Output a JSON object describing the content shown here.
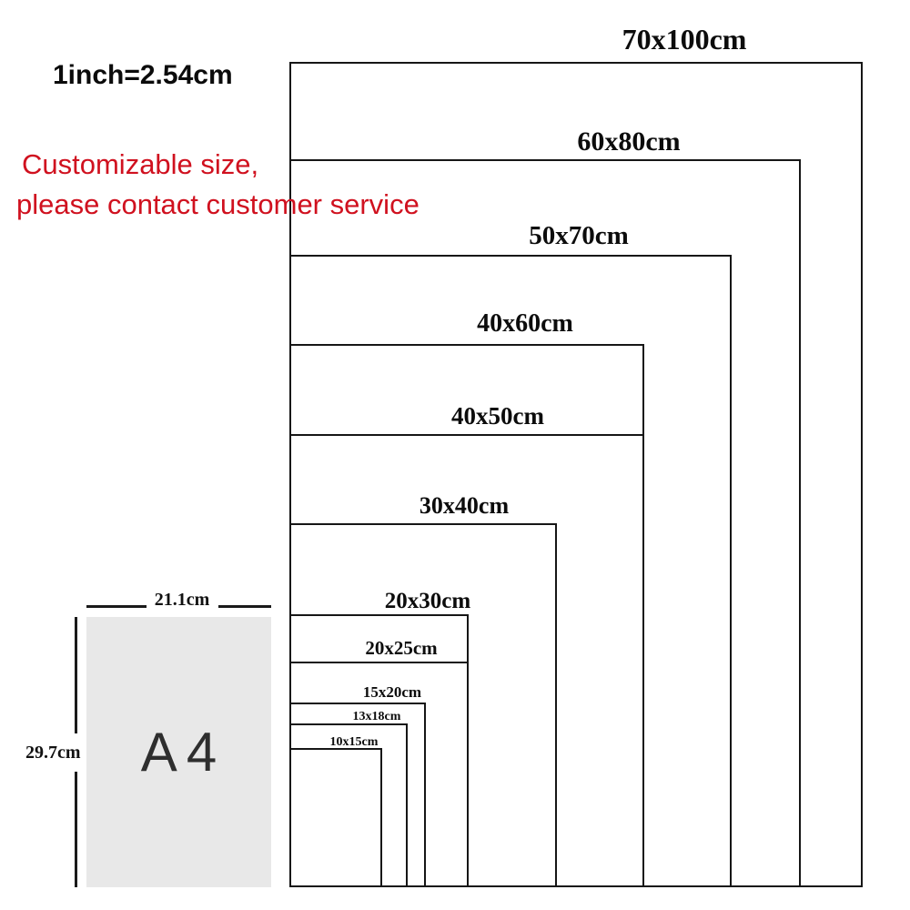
{
  "notes": {
    "inch_conversion": "1inch=2.54cm",
    "customizable_line1": "Customizable size,",
    "customizable_line2": "please contact customer service"
  },
  "sizes": [
    {
      "label": "70x100cm",
      "width_cm": 70,
      "height_cm": 100
    },
    {
      "label": "60x80cm",
      "width_cm": 60,
      "height_cm": 80
    },
    {
      "label": "50x70cm",
      "width_cm": 50,
      "height_cm": 70
    },
    {
      "label": "40x60cm",
      "width_cm": 40,
      "height_cm": 60
    },
    {
      "label": "40x50cm",
      "width_cm": 40,
      "height_cm": 50
    },
    {
      "label": "30x40cm",
      "width_cm": 30,
      "height_cm": 40
    },
    {
      "label": "20x30cm",
      "width_cm": 20,
      "height_cm": 30
    },
    {
      "label": "20x25cm",
      "width_cm": 20,
      "height_cm": 25
    },
    {
      "label": "15x20cm",
      "width_cm": 15,
      "height_cm": 20
    },
    {
      "label": "13x18cm",
      "width_cm": 13,
      "height_cm": 18
    },
    {
      "label": "10x15cm",
      "width_cm": 10,
      "height_cm": 15
    }
  ],
  "a4_reference": {
    "label": "A4",
    "width_label": "21.1cm",
    "height_label": "29.7cm"
  },
  "colors": {
    "accent_red": "#d0111f",
    "line_black": "#161616",
    "a4_fill": "#e8e8e8"
  }
}
